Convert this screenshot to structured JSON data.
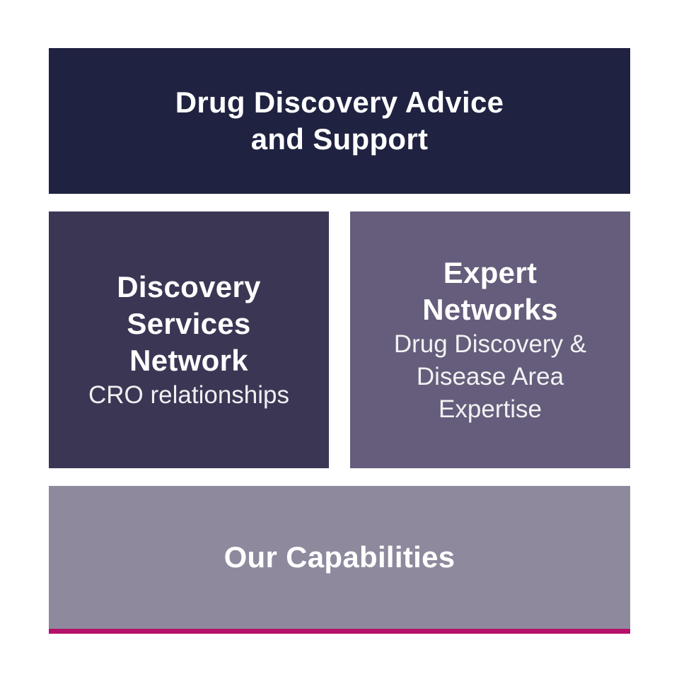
{
  "colors": {
    "top": "#1f2240",
    "left": "#3c3655",
    "right": "#655d7b",
    "bottom": "#8e899d",
    "accent": "#b5116a",
    "text": "#ffffff"
  },
  "blocks": {
    "top": {
      "title": "Drug Discovery Advice and Support"
    },
    "left": {
      "title": "Discovery Services Network",
      "subtitle": "CRO relationships"
    },
    "right": {
      "title": "Expert Networks",
      "subtitle": "Drug Discovery & Disease Area Expertise"
    },
    "bottom": {
      "title": "Our Capabilities"
    }
  }
}
